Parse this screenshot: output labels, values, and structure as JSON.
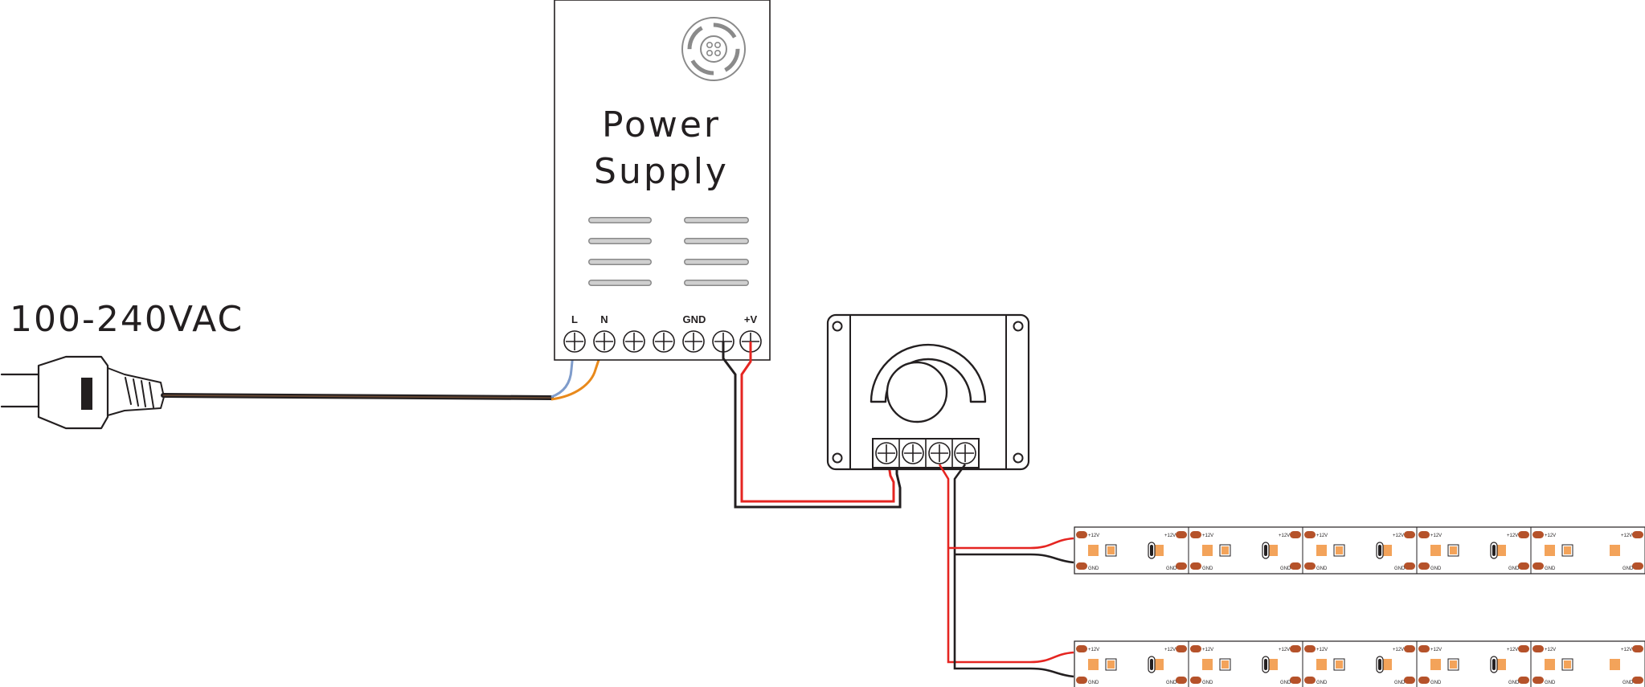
{
  "voltage_label": "100-240VAC",
  "power_supply": {
    "title_line1": "Power",
    "title_line2": "Supply",
    "terminals": {
      "L": "L",
      "N": "N",
      "GND": "GND",
      "V_plus": "+V"
    }
  },
  "strip": {
    "pad_plus": "+12V",
    "pad_gnd": "GND"
  },
  "colors": {
    "outline": "#231f20",
    "wire_live": "#7f9ccb",
    "wire_neutral": "#e8891b",
    "wire_positive": "#e52521",
    "wire_negative": "#231f20",
    "led": "#f3a35a",
    "solder_pad": "#b5522a",
    "vent": "#bfbfbf"
  },
  "icons": {
    "plug": "power-plug-icon",
    "fan": "fan-icon",
    "dimmer_knob": "dimmer-knob-icon"
  }
}
